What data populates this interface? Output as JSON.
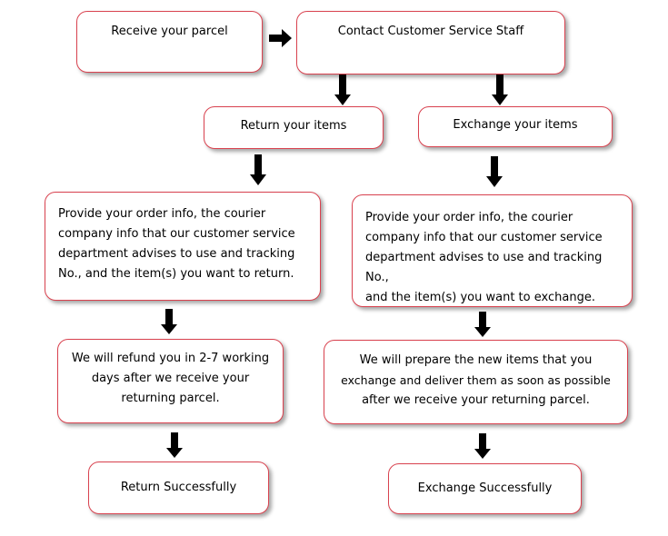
{
  "diagram": {
    "colors": {
      "border": "#d9424f",
      "arrow": "#000000"
    },
    "nodes": {
      "receive": "Receive your parcel",
      "contact": "Contact Customer Service Staff",
      "return_items": "Return your items",
      "exchange_items": "Exchange your items",
      "return_info": [
        "Provide your order info, the courier",
        "company info that our customer service",
        "department advises to use and tracking",
        "No., and the item(s) you want to return."
      ],
      "exchange_info": [
        "Provide your order info, the courier",
        "company info that our customer service",
        "department advises to use and tracking No.,",
        "and the item(s) you want to exchange."
      ],
      "refund": [
        "We will refund you in 2-7 working",
        "days after we receive your",
        "returning parcel."
      ],
      "prepare": [
        "We will prepare the new items that you",
        "exchange  and deliver them as soon as possible",
        "after we receive your returning parcel."
      ],
      "return_success": "Return Successfully",
      "exchange_success": "Exchange Successfully"
    },
    "edges": [
      {
        "from": "receive",
        "to": "contact"
      },
      {
        "from": "contact",
        "to": "return_items"
      },
      {
        "from": "contact",
        "to": "exchange_items"
      },
      {
        "from": "return_items",
        "to": "return_info"
      },
      {
        "from": "exchange_items",
        "to": "exchange_info"
      },
      {
        "from": "return_info",
        "to": "refund"
      },
      {
        "from": "exchange_info",
        "to": "prepare"
      },
      {
        "from": "refund",
        "to": "return_success"
      },
      {
        "from": "prepare",
        "to": "exchange_success"
      }
    ]
  }
}
